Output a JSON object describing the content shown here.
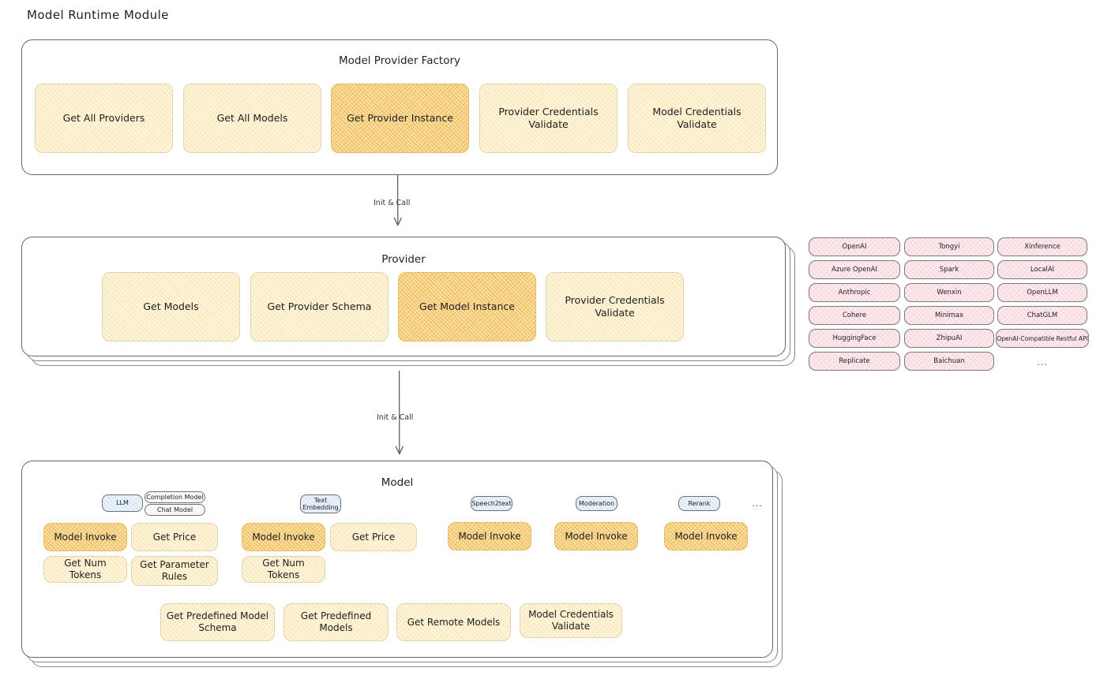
{
  "page": {
    "title": "Model Runtime Module"
  },
  "colors": {
    "node_fill": "#fdf5dd",
    "node_highlight_fill": "#fbe2ad",
    "node_border": "#c9b98a",
    "provider_pill_fill": "#fdecef",
    "badge_fill": "#eaf3fb",
    "group_border": "#666666",
    "text": "#1e1e1e"
  },
  "factory": {
    "title": "Model Provider Factory",
    "nodes": [
      {
        "label": "Get All Providers",
        "highlight": false
      },
      {
        "label": "Get All Models",
        "highlight": false
      },
      {
        "label": "Get Provider Instance",
        "highlight": true
      },
      {
        "label": "Provider Credentials Validate",
        "highlight": false
      },
      {
        "label": "Model Credentials Validate",
        "highlight": false
      }
    ]
  },
  "arrows": [
    {
      "label": "Init & Call",
      "from": "Model Provider Factory",
      "to": "Provider"
    },
    {
      "label": "Init & Call",
      "from": "Provider",
      "to": "Model"
    }
  ],
  "provider": {
    "title": "Provider",
    "nodes": [
      {
        "label": "Get Models",
        "highlight": false
      },
      {
        "label": "Get Provider Schema",
        "highlight": false
      },
      {
        "label": "Get Model Instance",
        "highlight": true
      },
      {
        "label": "Provider Credentials Validate",
        "highlight": false
      }
    ]
  },
  "provider_list": {
    "columns": [
      {
        "items": [
          "OpenAI",
          "Azure OpenAI",
          "Anthropic",
          "Cohere",
          "HuggingFace",
          "Replicate"
        ]
      },
      {
        "items": [
          "Tongyi",
          "Spark",
          "Wenxin",
          "Minimax",
          "ZhipuAI",
          "Baichuan"
        ]
      },
      {
        "items": [
          "Xinference",
          "LocalAI",
          "OpenLLM",
          "ChatGLM",
          "OpenAI-Compatible Restful API"
        ]
      }
    ],
    "more": "..."
  },
  "model": {
    "title": "Model",
    "more": "...",
    "types": [
      {
        "badge": "LLM",
        "sub_badges": [
          "Completion Model",
          "Chat Model"
        ],
        "nodes": [
          {
            "label": "Model Invoke",
            "highlight": true
          },
          {
            "label": "Get Price",
            "highlight": false
          },
          {
            "label": "Get Num Tokens",
            "highlight": false
          },
          {
            "label": "Get Parameter Rules",
            "highlight": false
          }
        ]
      },
      {
        "badge": "Text Embedding",
        "sub_badges": [],
        "nodes": [
          {
            "label": "Model Invoke",
            "highlight": true
          },
          {
            "label": "Get Price",
            "highlight": false
          },
          {
            "label": "Get Num Tokens",
            "highlight": false
          }
        ]
      },
      {
        "badge": "Speech2text",
        "sub_badges": [],
        "nodes": [
          {
            "label": "Model Invoke",
            "highlight": true
          }
        ]
      },
      {
        "badge": "Moderation",
        "sub_badges": [],
        "nodes": [
          {
            "label": "Model Invoke",
            "highlight": true
          }
        ]
      },
      {
        "badge": "Rerank",
        "sub_badges": [],
        "nodes": [
          {
            "label": "Model Invoke",
            "highlight": true
          }
        ]
      }
    ],
    "common_nodes": [
      {
        "label": "Get Predefined Model Schema",
        "highlight": false
      },
      {
        "label": "Get Predefined Models",
        "highlight": false
      },
      {
        "label": "Get Remote Models",
        "highlight": false
      },
      {
        "label": "Model Credentials Validate",
        "highlight": false
      }
    ]
  }
}
